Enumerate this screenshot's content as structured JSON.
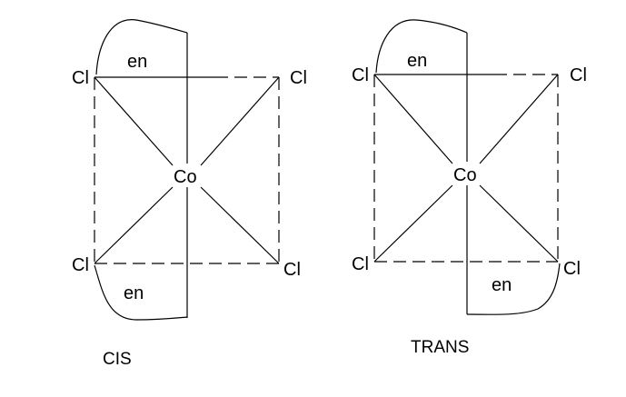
{
  "diagram": {
    "cis": {
      "caption": "CIS",
      "center": "Co",
      "ligand_top": "en",
      "ligand_bottom": "en",
      "cl_top_left": "Cl",
      "cl_top_right": "Cl",
      "cl_bottom_left": "Cl",
      "cl_bottom_right": "Cl"
    },
    "trans": {
      "caption": "TRANS",
      "center": "Co",
      "ligand_top": "en",
      "ligand_bottom": "en",
      "cl_top_left": "Cl",
      "cl_top_right": "Cl",
      "cl_bottom_left": "Cl",
      "cl_bottom_right": "Cl"
    }
  }
}
